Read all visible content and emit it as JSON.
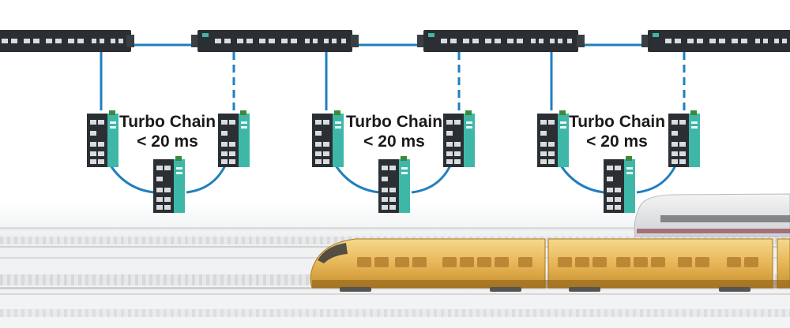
{
  "diagram": {
    "chains": [
      {
        "label_line1": "Turbo Chain",
        "label_line2": "< 20 ms"
      },
      {
        "label_line1": "Turbo Chain",
        "label_line2": "< 20 ms"
      },
      {
        "label_line1": "Turbo Chain",
        "label_line2": "< 20 ms"
      }
    ],
    "colors": {
      "link": "#1f7fbf",
      "switch_body": "#2b2f33",
      "switch_accent": "#3fb7a8",
      "train_body": "#e8b75a",
      "rail": "#d9d9d9"
    },
    "link_styles": {
      "uplink_left": "solid",
      "uplink_right": "dashed",
      "backbone": "solid"
    }
  }
}
